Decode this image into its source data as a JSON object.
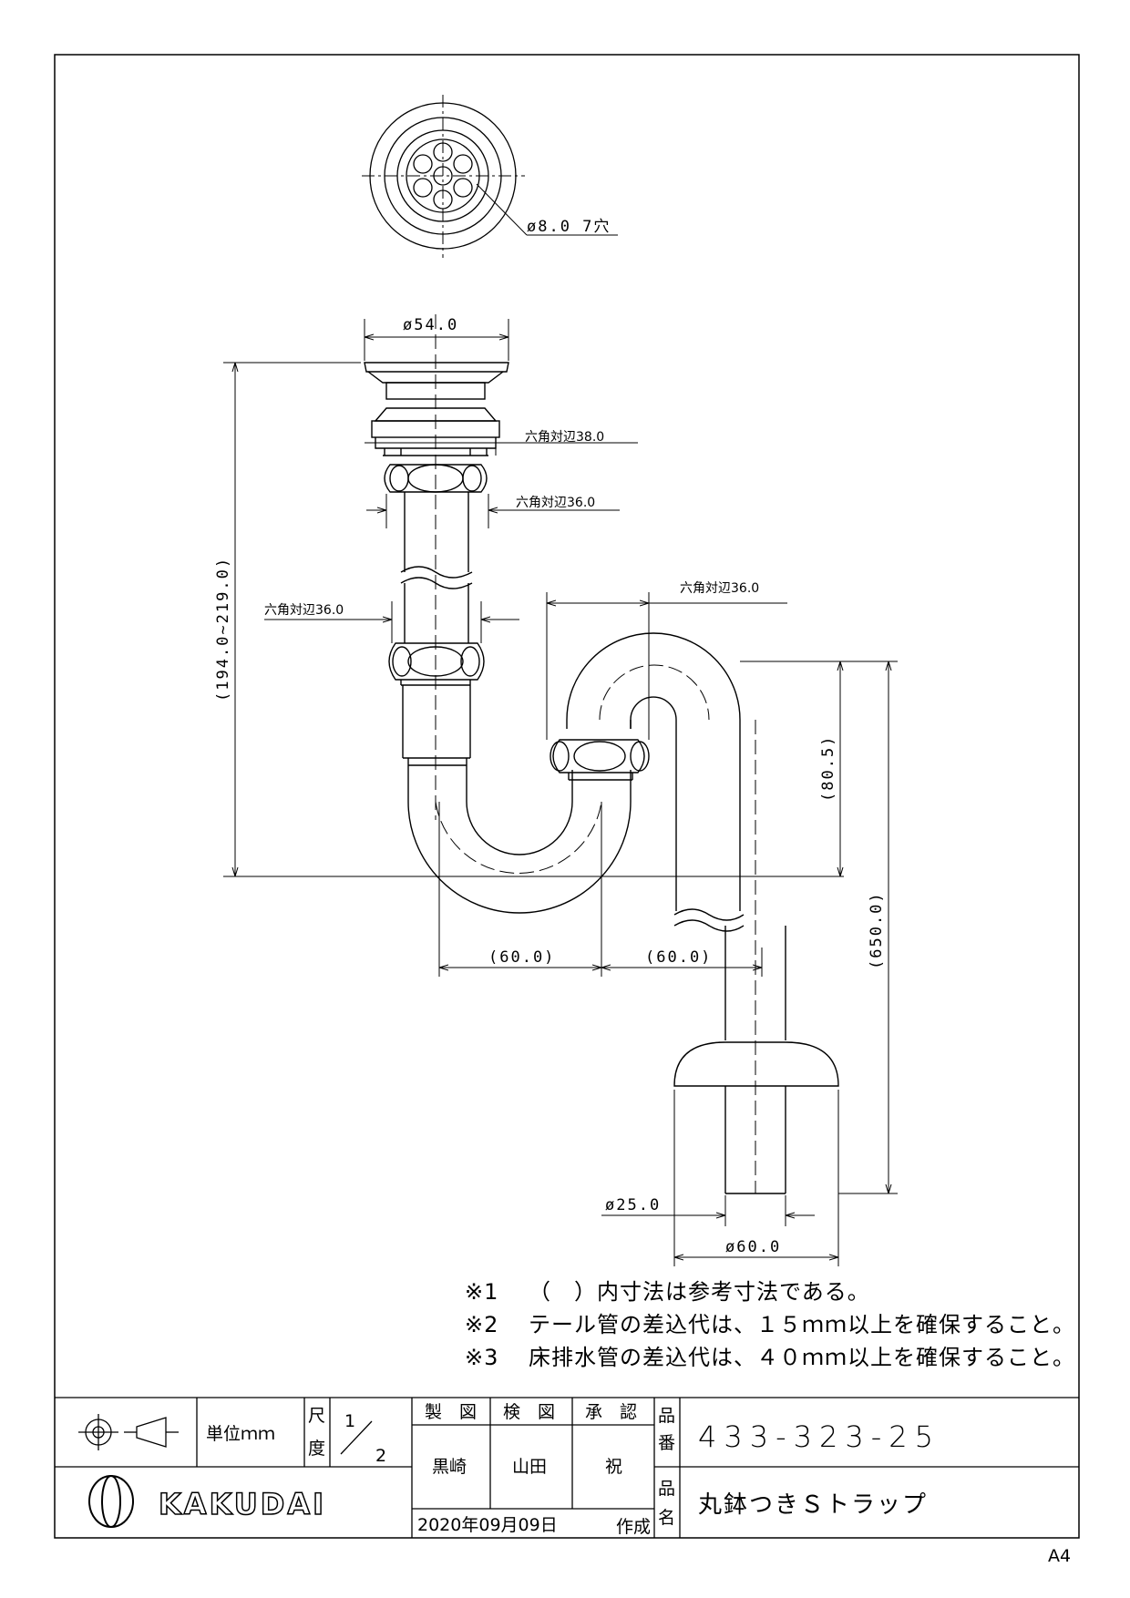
{
  "top_view": {
    "hole_label": "ø8.0 7穴"
  },
  "dimensions": {
    "flange_diameter": "ø54.0",
    "hex_flat_1": "六角対辺38.0",
    "hex_flat_2": "六角対辺36.0",
    "hex_flat_left": "六角対辺36.0",
    "hex_flat_right": "六角対辺36.0",
    "total_height": "(194.0~219.0)",
    "trap_height": "(80.5)",
    "drain_height": "(650.0)",
    "offset_left": "(60.0)",
    "offset_right": "(60.0)",
    "pipe_diameter": "ø25.0",
    "escutcheon_diameter": "ø60.0"
  },
  "notes": [
    {
      "mark": "※1",
      "text": "（　）内寸法は参考寸法である。"
    },
    {
      "mark": "※2",
      "text": "テール管の差込代は、１５ｍｍ以上を確保すること。"
    },
    {
      "mark": "※3",
      "text": "床排水管の差込代は、４０ｍｍ以上を確保すること。"
    }
  ],
  "title_block": {
    "unit_label": "単位ｍｍ",
    "scale_label_1": "尺",
    "scale_label_2": "度",
    "scale_num": "1",
    "scale_den": "2",
    "drawn_label": "製　図",
    "checked_label": "検　図",
    "approved_label": "承　認",
    "drawn_by": "黒崎",
    "checked_by": "山田",
    "approved_by": "祝",
    "date": "2020年09月09日",
    "created_label": "作成",
    "part_no_label_1": "品",
    "part_no_label_2": "番",
    "part_no": "433-323-25",
    "part_name_label_1": "品",
    "part_name_label_2": "名",
    "part_name": "丸鉢つきＳトラップ",
    "company": "KAKUDAI"
  },
  "paper_size": "A4"
}
